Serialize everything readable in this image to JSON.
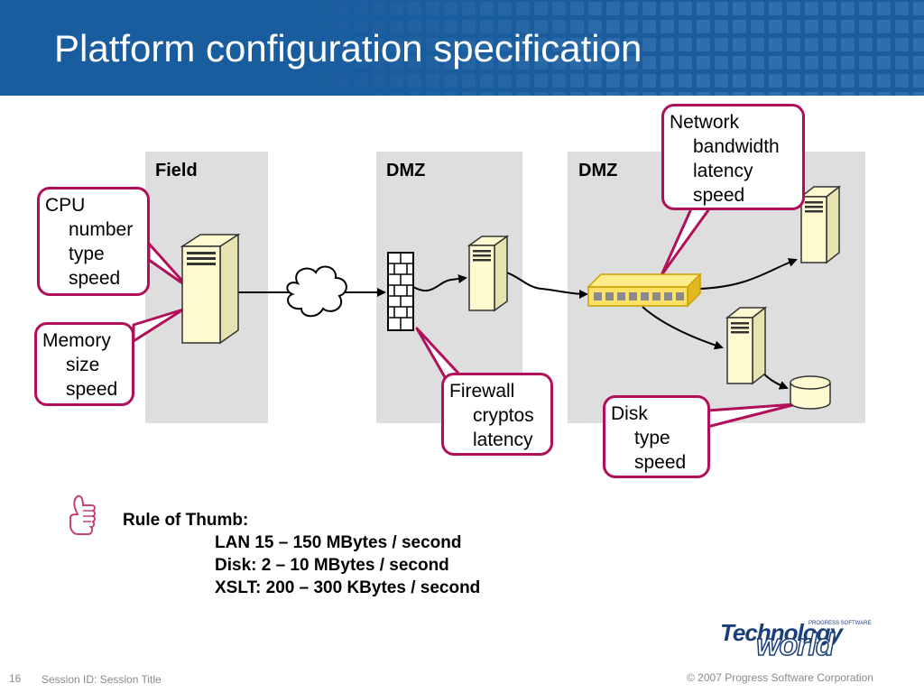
{
  "slide": {
    "title": "Platform configuration specification"
  },
  "zones": [
    {
      "label": "Field"
    },
    {
      "label": "DMZ"
    },
    {
      "label": "DMZ"
    }
  ],
  "callouts": {
    "cpu": {
      "title": "CPU",
      "items": [
        "number",
        "type",
        "speed"
      ]
    },
    "memory": {
      "title": "Memory",
      "items": [
        "size",
        "speed"
      ]
    },
    "firewall": {
      "title": "Firewall",
      "items": [
        "cryptos",
        "latency"
      ]
    },
    "network": {
      "title": "Network",
      "items": [
        "bandwidth",
        "latency",
        "speed"
      ]
    },
    "disk": {
      "title": "Disk",
      "items": [
        "type",
        "speed"
      ]
    }
  },
  "rule_of_thumb": {
    "heading": "Rule of Thumb:",
    "lines": [
      "LAN 15 – 150 MBytes / second",
      "Disk:  2 – 10 MBytes / second",
      "XSLT:  200 – 300 KBytes / second"
    ]
  },
  "footer": {
    "page_number": "16",
    "session": "Session ID: Session Title",
    "copyright": "© 2007 Progress Software Corporation"
  },
  "logo": {
    "word1": "Technology",
    "word2": "world",
    "tagline": "PROGRESS SOFTWARE"
  },
  "colors": {
    "header_blue": "#1a5d9e",
    "callout_border": "#b0105a",
    "zone_gray": "#dedede",
    "server_fill": "#fffad0",
    "switch_fill": "#ffe066"
  },
  "icons": [
    "server-icon",
    "firewall-icon",
    "cloud-icon",
    "switch-icon",
    "disk-icon",
    "thumbs-up-icon"
  ]
}
